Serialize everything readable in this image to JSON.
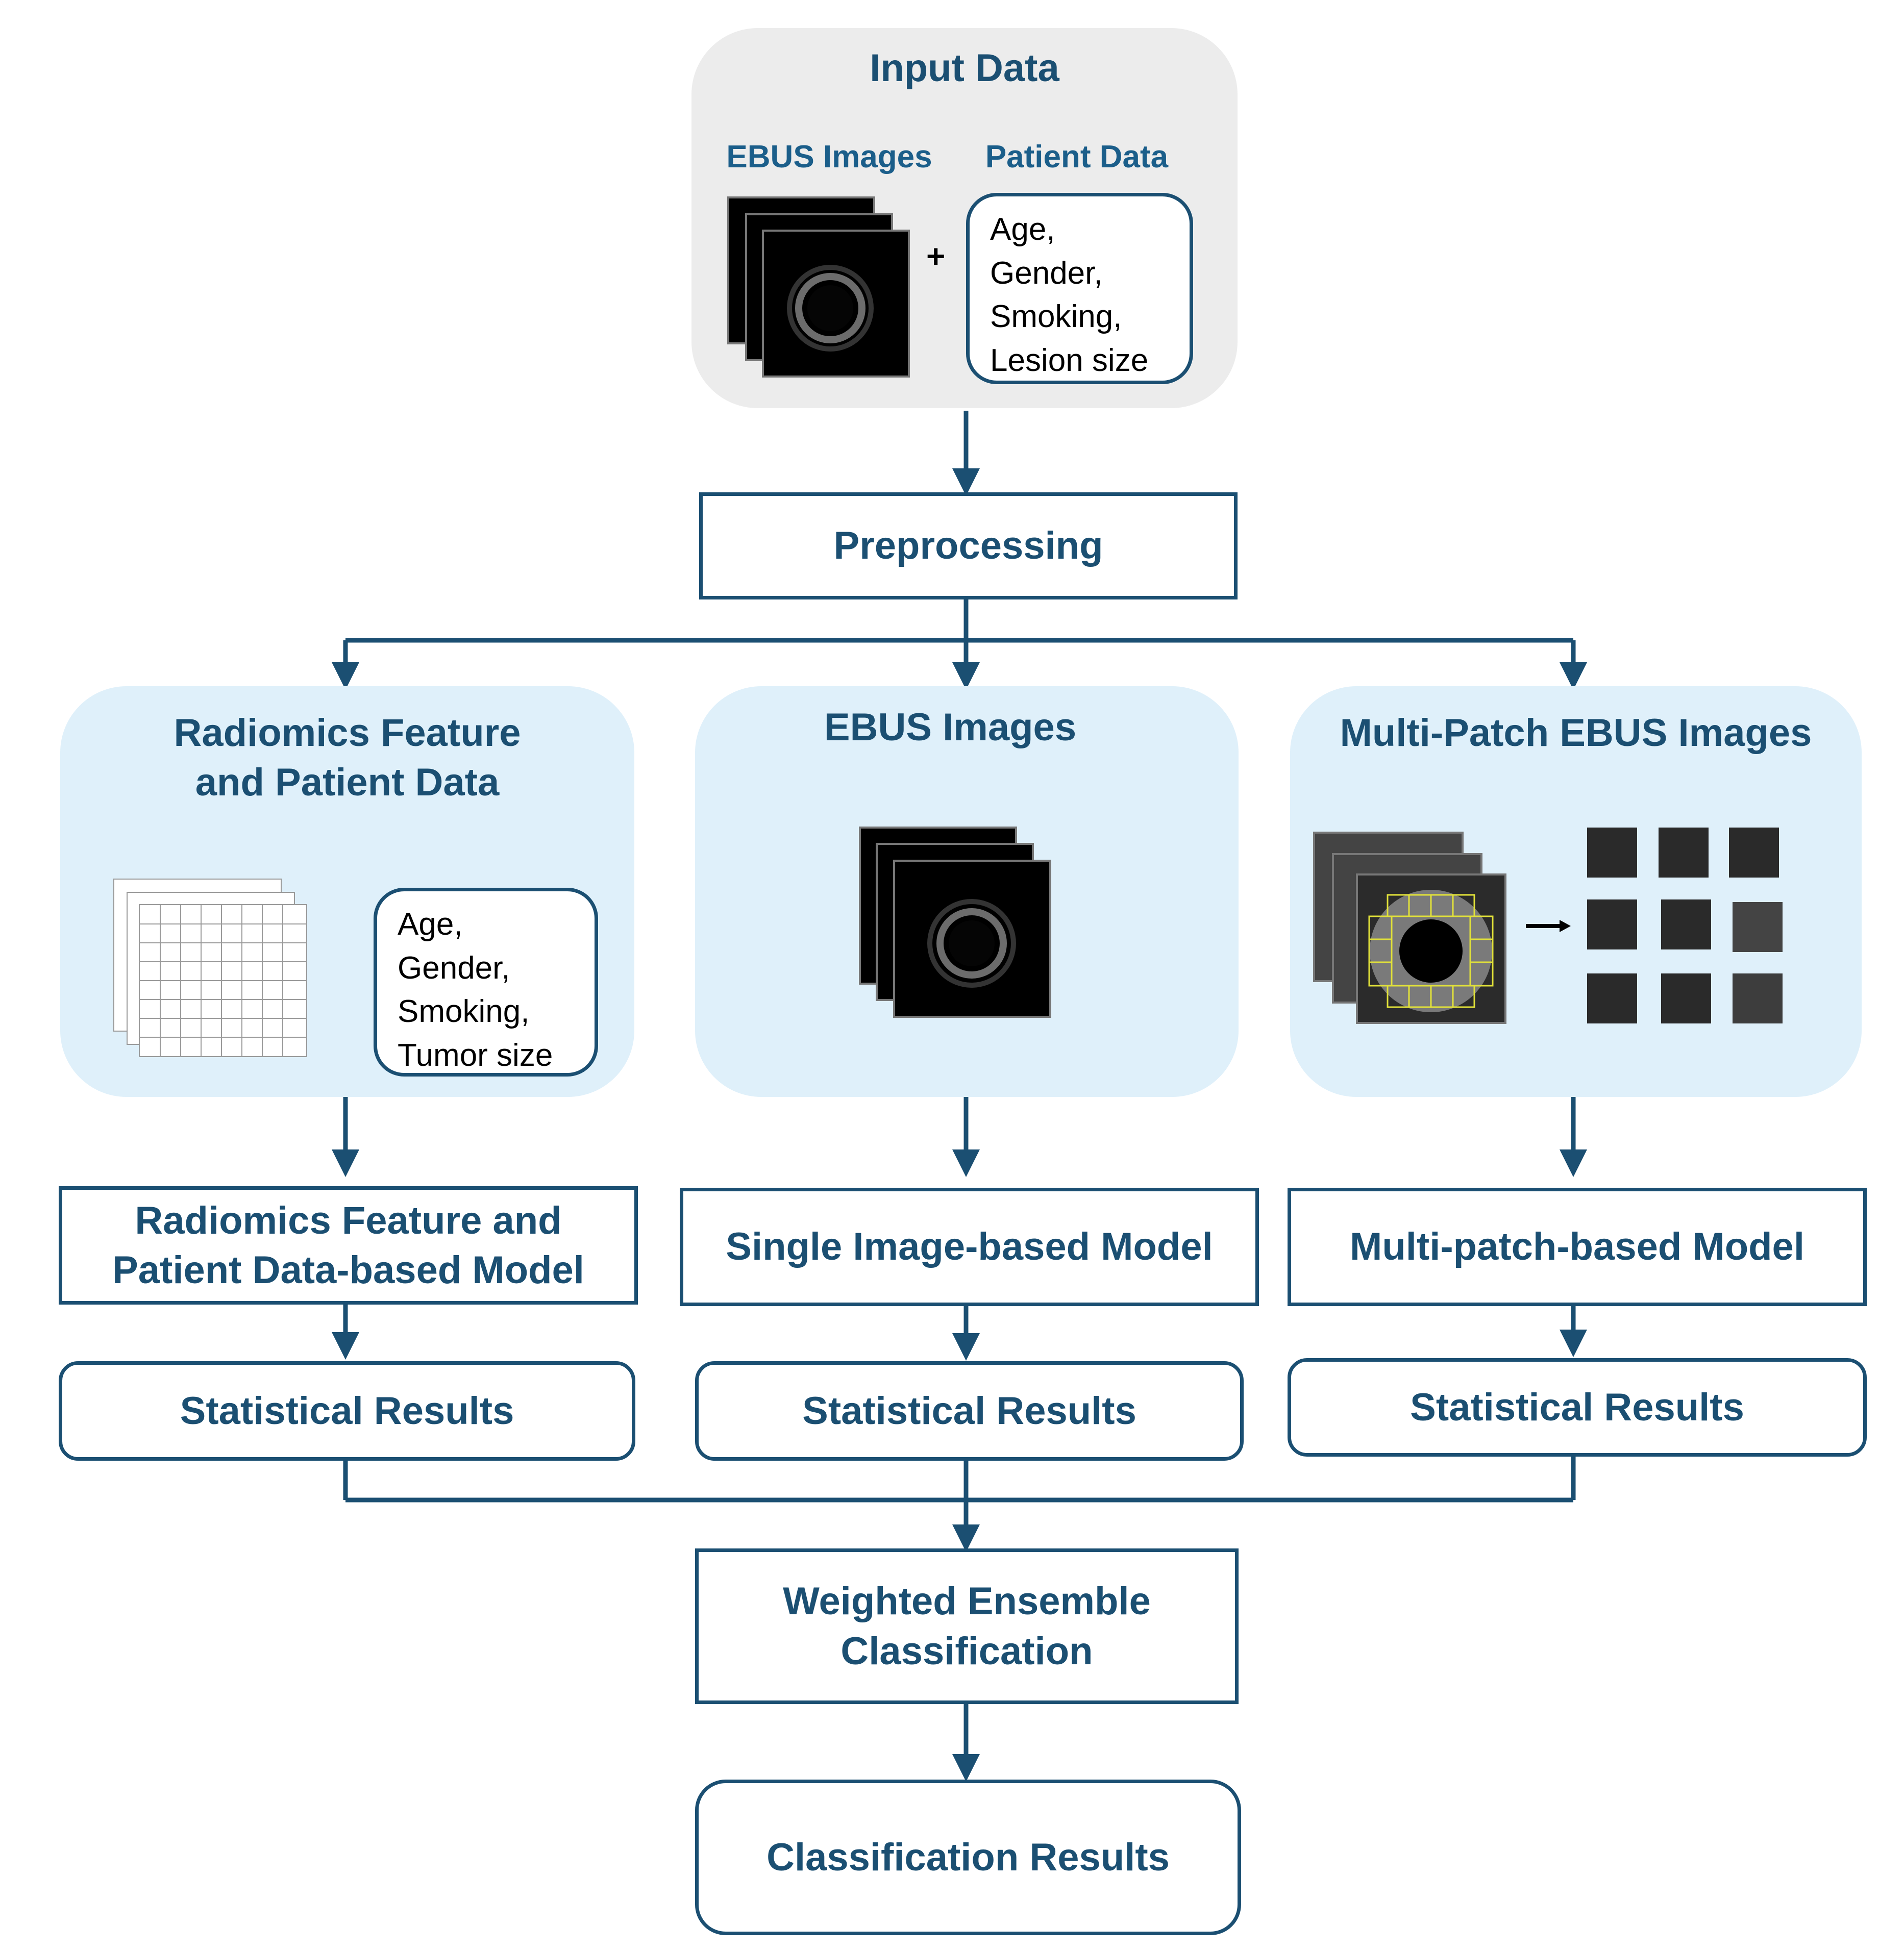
{
  "input_panel": {
    "title": "Input Data",
    "ebus_label": "EBUS Images",
    "patient_label": "Patient Data",
    "plus": "+",
    "patient_attributes": [
      "Age,",
      "Gender,",
      "Smoking,",
      "Lesion size"
    ]
  },
  "preprocessing": {
    "label": "Preprocessing"
  },
  "branches": {
    "radiomics": {
      "title_line1": "Radiomics Feature",
      "title_line2": "and Patient Data",
      "patient_attributes": [
        "Age,",
        "Gender,",
        "Smoking,",
        "Tumor size"
      ],
      "model_line1": "Radiomics Feature and",
      "model_line2": "Patient Data-based Model",
      "results": "Statistical Results"
    },
    "single": {
      "title": "EBUS Images",
      "model": "Single Image-based Model",
      "results": "Statistical Results"
    },
    "multipatch": {
      "title": "Multi-Patch EBUS Images",
      "model": "Multi-patch-based Model",
      "results": "Statistical Results"
    }
  },
  "ensemble": {
    "line1": "Weighted Ensemble",
    "line2": "Classification"
  },
  "final": {
    "label": "Classification Results"
  },
  "colors": {
    "accent": "#1b4f72",
    "panel_gray": "#ececec",
    "panel_blue": "#dff0fa"
  }
}
